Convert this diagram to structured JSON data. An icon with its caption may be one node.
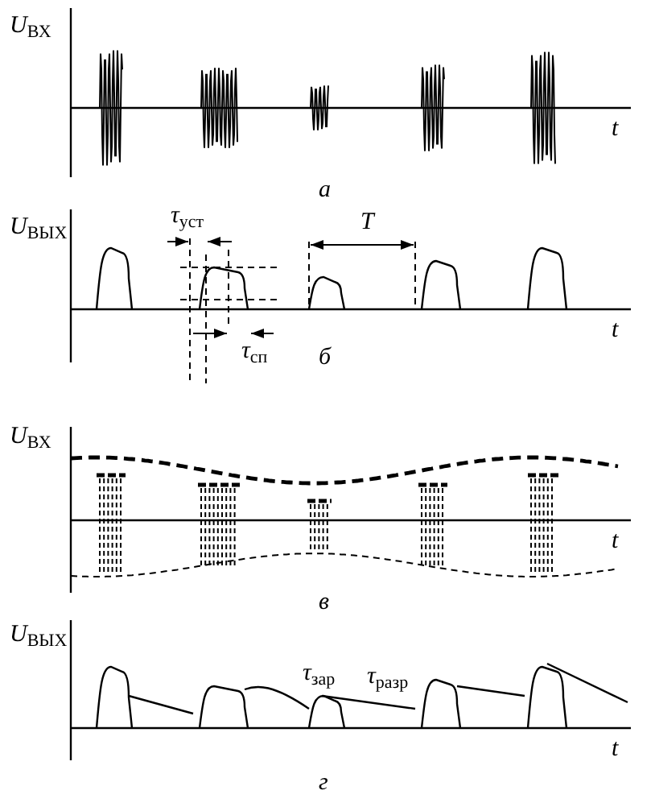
{
  "diagram": {
    "labels": [
      "*U*$_{ВХ}$",
      "*t*",
      "*а*",
      "*U*$_{ВЫХ}$",
      "*τ*$_{уст}$",
      "*T*",
      "*τ*$_{сп}$",
      "*t*",
      "*б*",
      "*U*$_{ВХ}$",
      "*t*",
      "*в*",
      "*U*$_{ВЫХ}$",
      "*τ*$_{зар}$",
      "*τ*$_{разр}$",
      "*t*",
      "*г*"
    ]
  }
}
